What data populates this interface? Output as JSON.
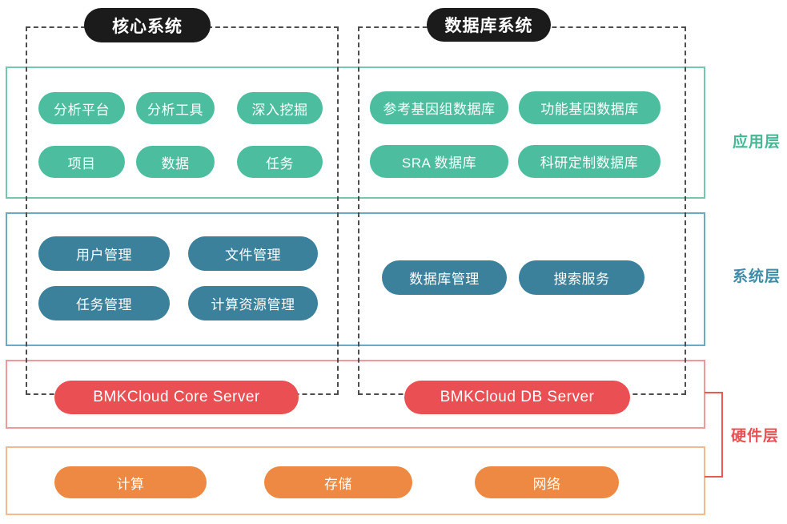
{
  "groups": {
    "core_system": {
      "title": "核心系统"
    },
    "db_system": {
      "title": "数据库系统"
    }
  },
  "layer_labels": {
    "application": "应用层",
    "system": "系统层",
    "hardware": "硬件层"
  },
  "application_layer": {
    "core_pills": [
      "分析平台",
      "分析工具",
      "深入挖掘",
      "项目",
      "数据",
      "任务"
    ],
    "db_pills": [
      "参考基因组数据库",
      "功能基因数据库",
      "SRA 数据库",
      "科研定制数据库"
    ]
  },
  "system_layer": {
    "core_pills": [
      "用户管理",
      "文件管理",
      "任务管理",
      "计算资源管理"
    ],
    "db_pills": [
      "数据库管理",
      "搜索服务"
    ]
  },
  "server_layer": {
    "core_server": "BMKCloud Core Server",
    "db_server": "BMKCloud DB Server"
  },
  "hardware_layer": {
    "pills": [
      "计算",
      "存储",
      "网络"
    ]
  },
  "colors": {
    "green_pill": "#4cbe9f",
    "blue_pill": "#3b819c",
    "red_pill": "#e94f53",
    "orange_pill": "#ee8944",
    "app_box_border": "#74c8ae",
    "system_box_border": "#6ea9c2",
    "server_box_border": "#f0989a",
    "hardware_box_border": "#f3ba90",
    "header_bg": "#1b1b1b",
    "dashed_border": "#4d4d4d",
    "app_label": "#45b795",
    "system_label": "#3e8ca8",
    "hardware_label": "#e94f53",
    "bracket": "#ea5a52"
  }
}
